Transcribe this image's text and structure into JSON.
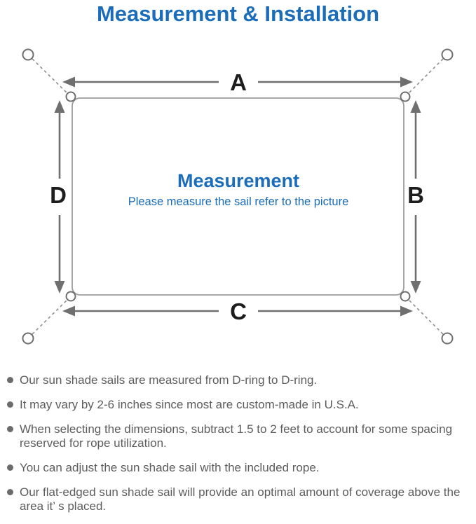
{
  "title": "Measurement & Installation",
  "diagram": {
    "dimension_labels": {
      "top": "A",
      "right": "B",
      "bottom": "C",
      "left": "D"
    },
    "center_title": "Measurement",
    "center_subtitle": "Please measure the sail refer to the picture"
  },
  "notes": {
    "items": [
      "Our sun shade sails are measured from D-ring to D-ring.",
      "It may vary by 2-6 inches since most are custom-made in U.S.A.",
      "When selecting the dimensions, subtract 1.5 to 2 feet to account for some spacing reserved for rope utilization.",
      "You can adjust the sun shade sail with the included rope.",
      "Our flat-edged sun shade sail will provide an optimal amount of coverage above the area it’ s placed."
    ]
  },
  "colors": {
    "accent_blue": "#1b6db9",
    "label_black": "#1d1d1d",
    "sail_outline_gray": "#9c9c9c",
    "arrow_gray": "#6f6f6f",
    "rope_dash_gray": "#8e8e8e",
    "note_text_gray": "#5c5c5c",
    "bullet_dot_gray": "#6b6b6b"
  }
}
